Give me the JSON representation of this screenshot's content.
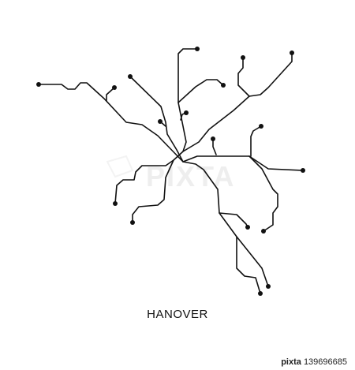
{
  "map": {
    "title": "HANOVER",
    "line_color": "#111111",
    "station_color": "#111111",
    "background": "#ffffff"
  },
  "watermark": {
    "brand": "pixta",
    "image_number": "139696685",
    "overlay_text": "PIXTA"
  }
}
